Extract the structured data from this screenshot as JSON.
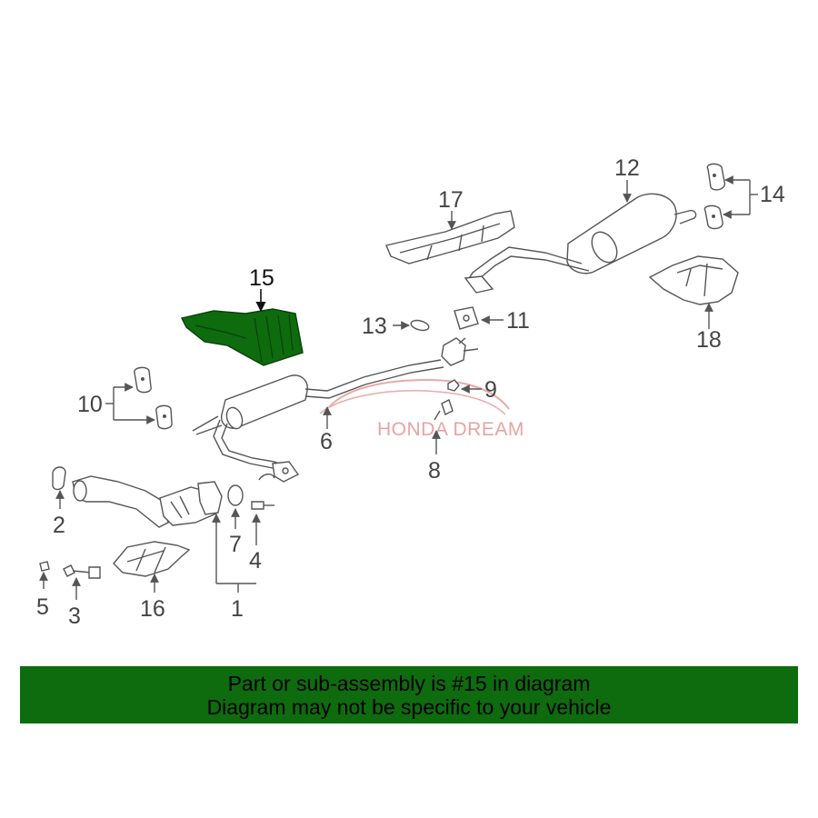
{
  "callouts": {
    "c1": "1",
    "c2": "2",
    "c3": "3",
    "c4": "4",
    "c5": "5",
    "c6": "6",
    "c7": "7",
    "c8": "8",
    "c9": "9",
    "c10": "10",
    "c11": "11",
    "c12": "12",
    "c13": "13",
    "c14": "14",
    "c15": "15",
    "c16": "16",
    "c17": "17",
    "c18": "18"
  },
  "highlighted_part": "15",
  "highlight_color": "#0e6b0e",
  "watermark": "HONDA DREAM",
  "banner": {
    "line1": "Part or sub-assembly is #15 in diagram",
    "line2": "Diagram may not be specific to your vehicle",
    "background": "#0e6b0e"
  }
}
